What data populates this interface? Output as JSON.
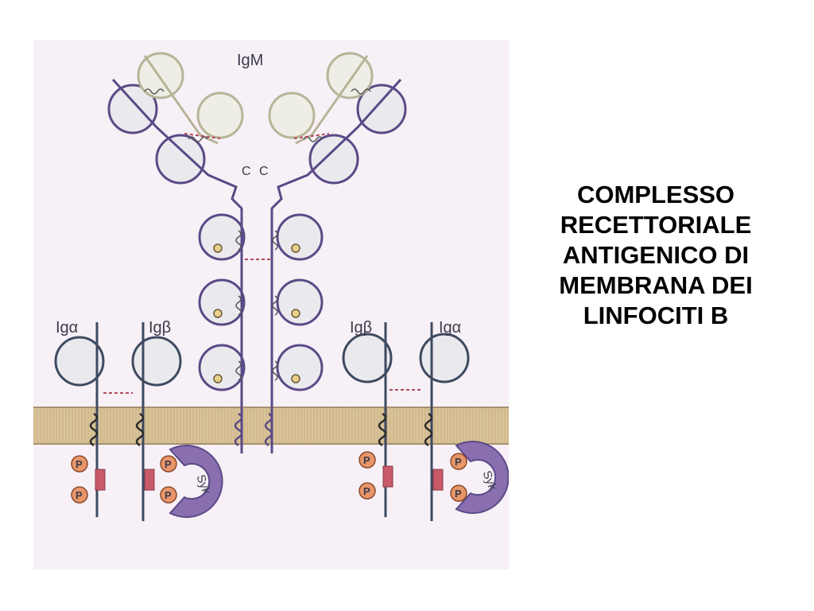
{
  "title": {
    "lines": [
      "COMPLESSO",
      "RECETTORIALE",
      "ANTIGENICO DI",
      "MEMBRANA DEI",
      "LINFOCITI B"
    ]
  },
  "diagram": {
    "labels": {
      "igm": "IgM",
      "c_left": "C",
      "c_right": "C",
      "ig_alpha_left": "Igα",
      "ig_beta_left": "Igβ",
      "ig_beta_right": "Igβ",
      "ig_alpha_right": "Igα",
      "p1": "P",
      "p2": "P",
      "p3": "P",
      "p4": "P",
      "p5": "P",
      "p6": "P",
      "p7": "P",
      "p8": "P",
      "syk_left": "Syk",
      "syk_right": "Syk"
    },
    "colors": {
      "background": "#f7f0f7",
      "heavy_chain": "#5a4a86",
      "light_chain": "#b8b498",
      "ig_chain": "#3e4a60",
      "membrane": "#d9c49a",
      "disulfide": "#b24a5a",
      "phosphate": "#e8956a",
      "syk": "#8a6fb0",
      "itam": "#c85a6a"
    }
  }
}
